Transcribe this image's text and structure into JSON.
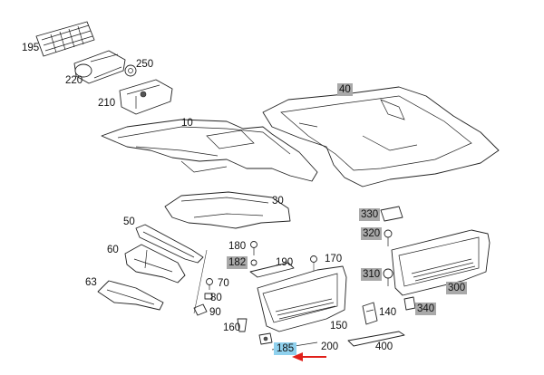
{
  "callouts": {
    "c195": "195",
    "c250": "250",
    "c220": "220",
    "c210": "210",
    "c40": "40",
    "c10": "10",
    "c30": "30",
    "c330": "330",
    "c320": "320",
    "c50": "50",
    "c180": "180",
    "c190": "190",
    "c170": "170",
    "c60": "60",
    "c182": "182",
    "c310": "310",
    "c300": "300",
    "c70": "70",
    "c63": "63",
    "c80": "80",
    "c90": "90",
    "c340": "340",
    "c140": "140",
    "c160": "160",
    "c150": "150",
    "c200": "200",
    "c400": "400",
    "c185": "185"
  },
  "colors": {
    "highlight": "#8fd1ee",
    "tag_gray": "#a9a9a9",
    "arrow": "#e0201a"
  }
}
